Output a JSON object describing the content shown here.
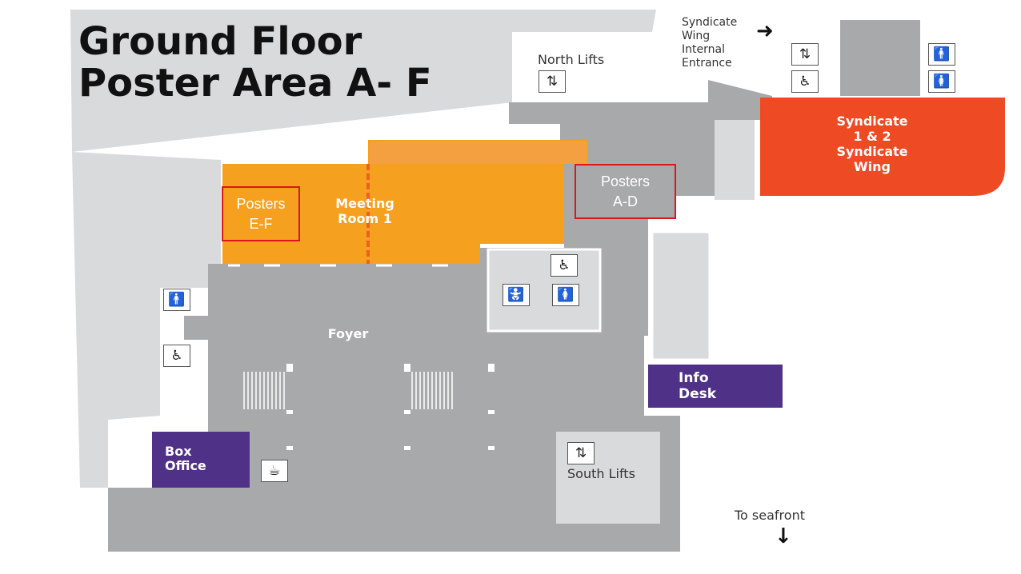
{
  "title": {
    "line1": "Ground Floor",
    "line2": "Poster Area A- F"
  },
  "rooms": {
    "meeting_room": {
      "line1": "Meeting",
      "line2": "Room 1"
    },
    "syndicate": {
      "line1": "Syndicate",
      "line2": "1 & 2",
      "line3": "Syndicate",
      "line4": "Wing"
    },
    "foyer": "Foyer",
    "info_desk": {
      "line1": "Info",
      "line2": "Desk"
    },
    "box_office": {
      "line1": "Box",
      "line2": "Office"
    }
  },
  "posters": {
    "ef": {
      "line1": "Posters",
      "line2": "E-F"
    },
    "ad": {
      "line1": "Posters",
      "line2": "A-D"
    }
  },
  "places": {
    "north_lifts": "North Lifts",
    "south_lifts": "South Lifts",
    "syndicate_entrance": {
      "line1": "Syndicate",
      "line2": "Wing",
      "line3": "Internal",
      "line4": "Entrance"
    },
    "seafront": "To seafront"
  },
  "icons": [
    "lift-icon",
    "male-toilet-icon",
    "female-toilet-icon",
    "accessible-wc-icon",
    "baby-change-icon",
    "cafe-icon",
    "arrow-right-icon",
    "arrow-down-icon"
  ],
  "colors": {
    "meeting_room": "#f6a020",
    "syndicate": "#ee4a23",
    "info_desk": "#4f3188",
    "box_office": "#4f3188",
    "floor": "#a8a9ab",
    "background": "#d9dadb",
    "highlight": "#e0141e"
  }
}
